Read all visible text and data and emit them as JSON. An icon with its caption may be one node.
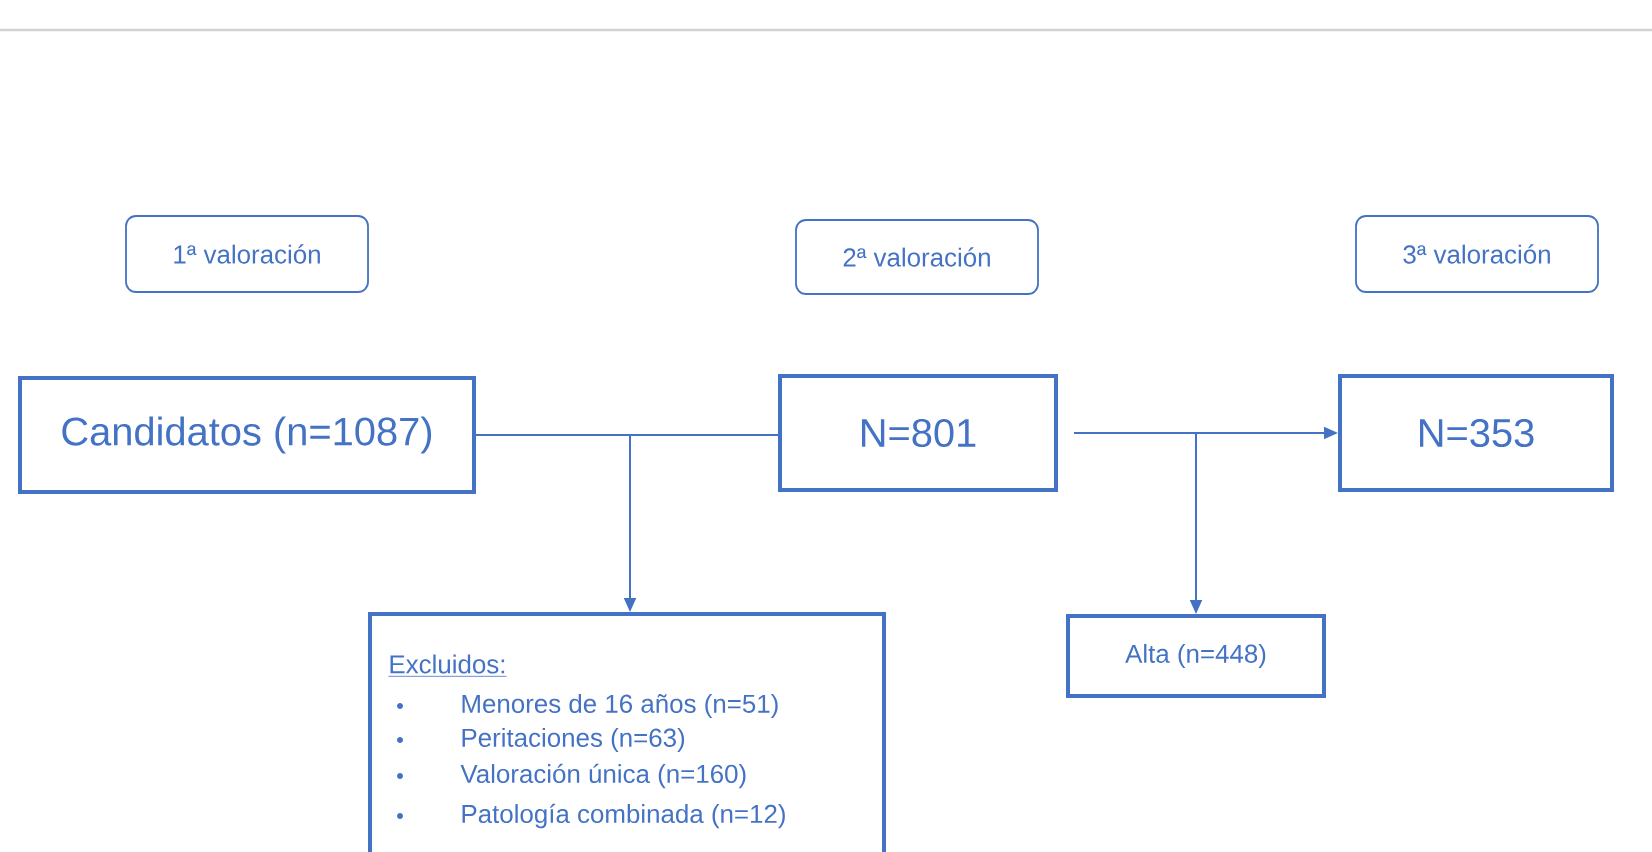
{
  "diagram": {
    "nodes": [
      {
        "text": [
          "1ª valoración"
        ]
      },
      {
        "text": [
          "2ª valoración"
        ]
      },
      {
        "text": [
          "3ª valoración"
        ]
      },
      {
        "text": [
          "Candidatos (n=1087)"
        ]
      },
      {
        "text": [
          "N=801"
        ]
      },
      {
        "text": [
          "N=353"
        ]
      },
      {
        "text": [
          "Excluidos:",
          "Menores de 16 años (n=51)",
          "Peritaciones (n=63)",
          "Valoración única (n=160)",
          "Patología combinada (n=12)"
        ]
      },
      {
        "text": [
          "Alta (n=448)"
        ]
      }
    ],
    "edges": [
      {
        "from": 3,
        "to": 4,
        "arrow": "none"
      },
      {
        "from": 3,
        "to": 6,
        "arrow": "to"
      },
      {
        "from": 4,
        "to": 5,
        "arrow": "to"
      },
      {
        "from": 4,
        "to": 7,
        "arrow": "to"
      }
    ]
  }
}
